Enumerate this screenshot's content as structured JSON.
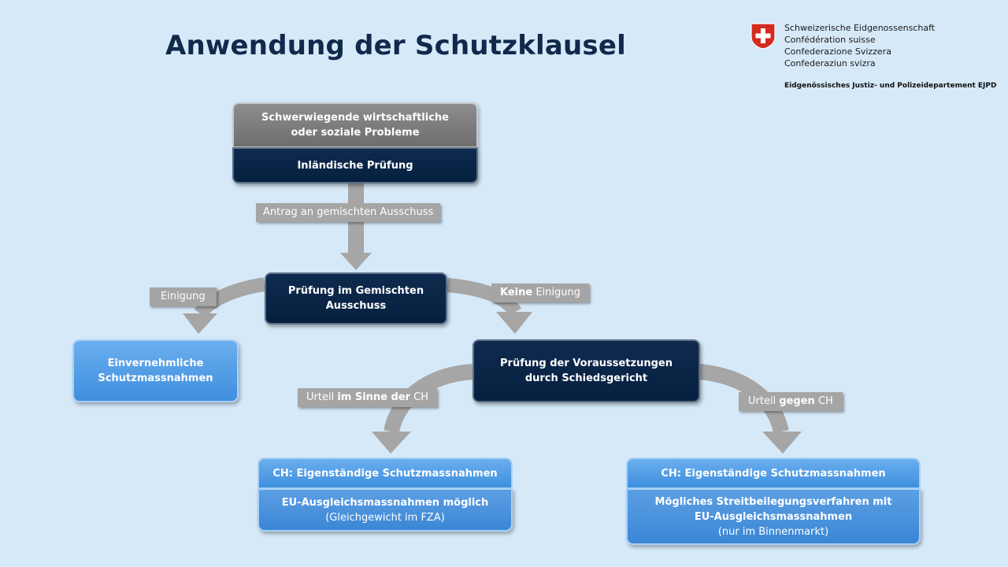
{
  "title": "Anwendung der Schutzklausel",
  "header": {
    "confederation": [
      "Schweizerische Eidgenossenschaft",
      "Confédération suisse",
      "Confederazione Svizzera",
      "Confederaziun svizra"
    ],
    "department": "Eidgenössisches Justiz- und Polizeidepartement EJPD"
  },
  "nodes": {
    "problems": [
      "Schwerwiegende wirtschaftliche",
      "oder soziale Probleme"
    ],
    "domestic_review": "Inländische Prüfung",
    "joint_committee": [
      "Prüfung im Gemischten",
      "Ausschuss"
    ],
    "amicable": [
      "Einvernehmliche",
      "Schutzmassnahmen"
    ],
    "arbitration": [
      "Prüfung der Voraussetzungen",
      "durch Schiedsgericht"
    ],
    "left_outcome": {
      "top": "CH: Eigenständige Schutzmassnahmen",
      "line1": "EU-Ausgleichsmassnahmen möglich",
      "line2": "(Gleichgewicht im FZA)"
    },
    "right_outcome": {
      "top": "CH: Eigenständige Schutzmassnahmen",
      "line1": "Mögliches Streitbeilegungsverfahren mit",
      "line2": "EU-Ausgleichsmassnahmen",
      "line3": "(nur im Binnenmarkt)"
    }
  },
  "labels": {
    "request": "Antrag an gemischten Ausschuss",
    "agreement": "Einigung",
    "no_agreement": {
      "bold": "Keine",
      "rest": " Einigung"
    },
    "verdict_for": {
      "a": "Urteil ",
      "b": "im Sinne der",
      "c": " CH"
    },
    "verdict_against": {
      "a": "Urteil ",
      "b": "gegen",
      "c": " CH"
    }
  },
  "colors": {
    "background": "#d6e9f8",
    "dark_box": "#05203f",
    "grey_box": "#7a7a7a",
    "light_box": "#4a95e0",
    "arrow": "#a6a6a6",
    "swiss_red": "#d52b1e"
  }
}
